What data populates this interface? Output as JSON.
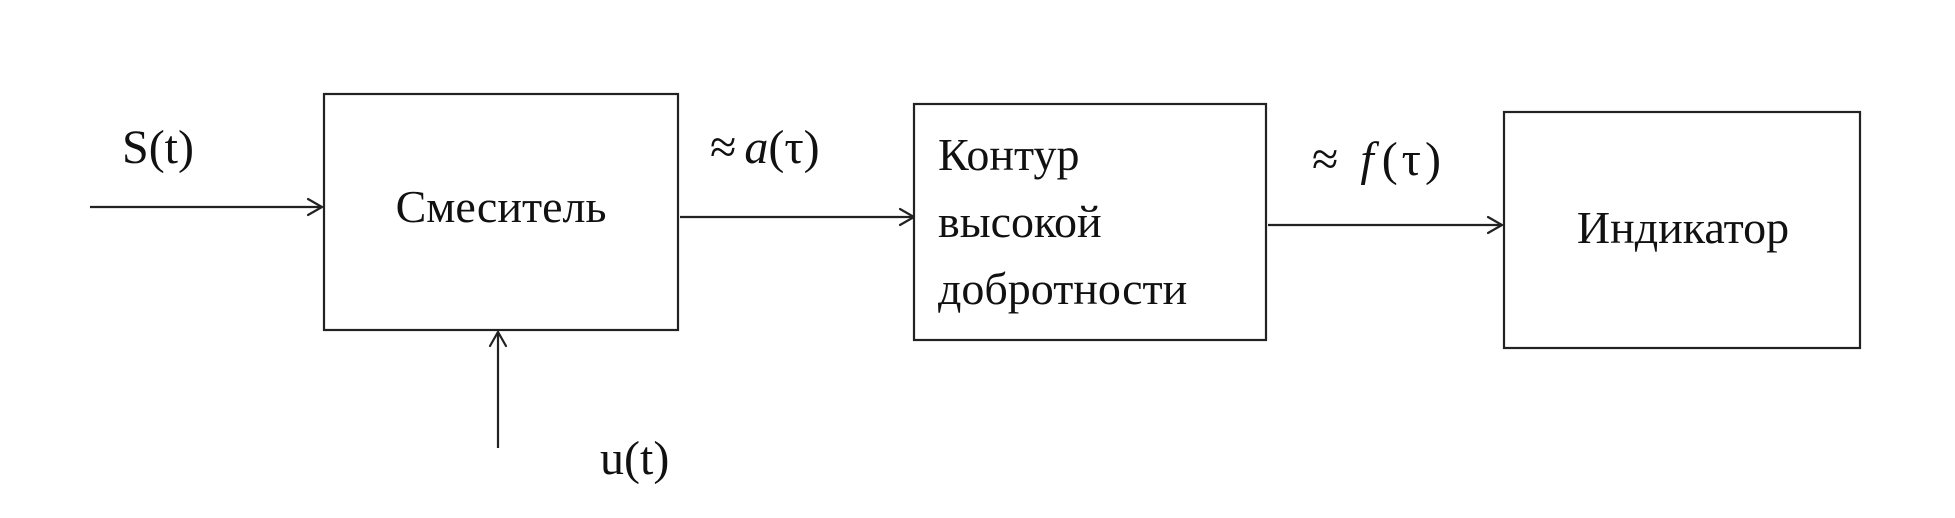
{
  "signals": {
    "input_s": "S(t)",
    "input_u": "u(t)",
    "approx_a": {
      "approx": "≈",
      "fn": "a",
      "open": "(",
      "arg": "τ",
      "close": ")"
    },
    "approx_f": {
      "approx": "≈",
      "fn": "f",
      "open": "(",
      "arg": "τ",
      "close": ")"
    }
  },
  "blocks": {
    "mixer": {
      "label": "Смеситель"
    },
    "resonator": {
      "lines": [
        "Контур",
        "высокой",
        "добротности"
      ]
    },
    "indicator": {
      "label": "Индикатор"
    }
  }
}
